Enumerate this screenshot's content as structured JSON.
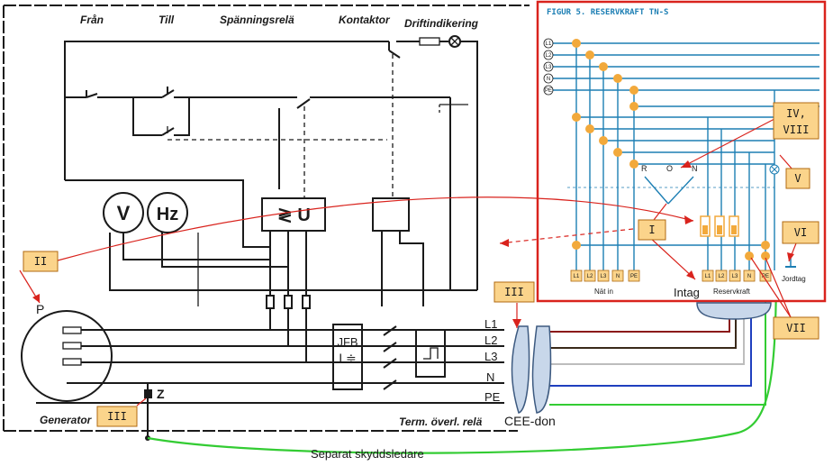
{
  "schematic": {
    "col_from": "Från",
    "col_to": "Till",
    "col_voltage_relay": "Spänningsrelä",
    "col_contactor": "Kontaktor",
    "col_run_indication": "Driftindikering",
    "meter_v": "V",
    "meter_hz": "Hz",
    "relay_symbol": "≷ U",
    "p_label": "P",
    "jfb_line1": "JFB",
    "jfb_line2": "I ≑",
    "z_label": "Z",
    "generator_label": "Generator",
    "term_relay_label": "Term. överl. relä"
  },
  "cable": {
    "conductors": [
      "L1",
      "L2",
      "L3",
      "N",
      "PE"
    ],
    "cee_label": "CEE-don",
    "separate_earth_label": "Separat skyddsledare",
    "intag_label": "Intag"
  },
  "figure": {
    "title": "FIGUR 5. RESERVKRAFT TN-S",
    "bus_labels": [
      "L1",
      "L2",
      "L3",
      "N",
      "PE"
    ],
    "switch_positions": [
      "R",
      "O",
      "N"
    ],
    "bottom_terminals_left": [
      "L1",
      "L2",
      "L3",
      "N",
      "PE"
    ],
    "bottom_terminals_right": [
      "L1",
      "L2",
      "L3",
      "N",
      "PE"
    ],
    "nat_in_label": "Nät in",
    "reservkraft_label": "Reservkraft",
    "jordtag_label": "Jordtag"
  },
  "callouts": {
    "i": "I",
    "ii": "II",
    "iii_cable": "III",
    "iii_generator": "III",
    "iv_line1": "IV,",
    "iv_line2": "VIII",
    "v": "V",
    "vi": "VI",
    "vii": "VII"
  },
  "colors": {
    "frame_red": "#d9231d",
    "tag_fill": "#fbd48b",
    "node_orange": "#f2a93b",
    "bus_blue": "#1d7fb4",
    "wire_l1": "#8b1a1a",
    "wire_l2": "#3a2a1a",
    "wire_l3": "#bdbdbd",
    "wire_n": "#1f3fbf",
    "wire_pe": "#33cc33"
  }
}
